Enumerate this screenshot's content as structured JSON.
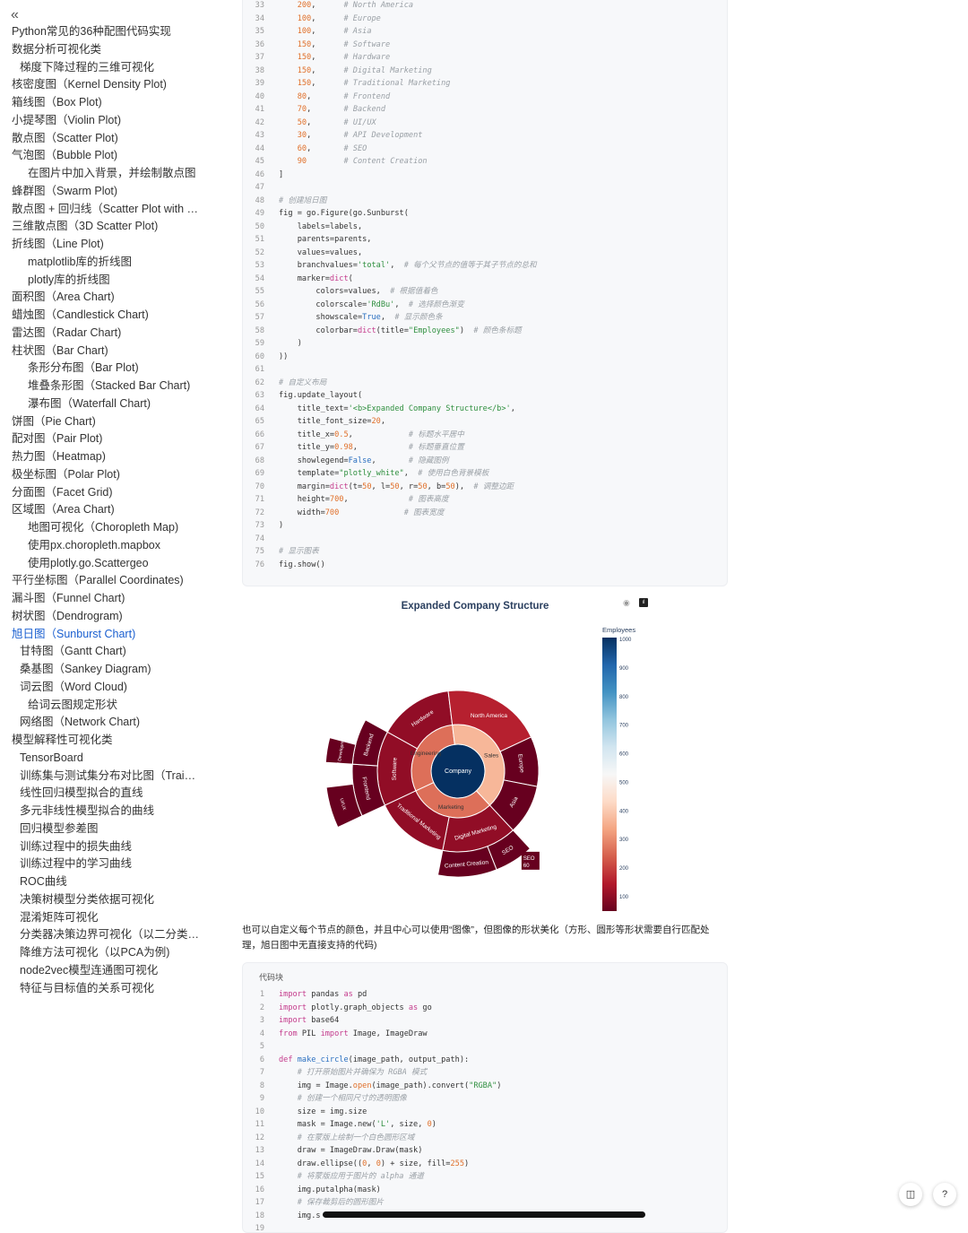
{
  "sidebar": {
    "collapse_icon": "«",
    "items": [
      {
        "label": "Python常见的36种配图代码实现",
        "level": 1
      },
      {
        "label": "数据分析可视化类",
        "level": 1
      },
      {
        "label": "梯度下降过程的三维可视化",
        "level": 2
      },
      {
        "label": "核密度图（Kernel Density Plot)",
        "level": 1
      },
      {
        "label": "箱线图（Box Plot)",
        "level": 1
      },
      {
        "label": "小提琴图（Violin Plot)",
        "level": 1
      },
      {
        "label": "散点图（Scatter Plot)",
        "level": 1
      },
      {
        "label": "气泡图（Bubble Plot)",
        "level": 1
      },
      {
        "label": "在图片中加入背景，并绘制散点图",
        "level": 3
      },
      {
        "label": "蜂群图（Swarm Plot)",
        "level": 1
      },
      {
        "label": "散点图 + 回归线（Scatter Plot with R...",
        "level": 1
      },
      {
        "label": "三维散点图（3D Scatter Plot)",
        "level": 1
      },
      {
        "label": "折线图（Line Plot)",
        "level": 1
      },
      {
        "label": "matplotlib库的折线图",
        "level": 3
      },
      {
        "label": "plotly库的折线图",
        "level": 3
      },
      {
        "label": "面积图（Area Chart)",
        "level": 1
      },
      {
        "label": "蜡烛图（Candlestick Chart)",
        "level": 1
      },
      {
        "label": "雷达图（Radar Chart)",
        "level": 1
      },
      {
        "label": "柱状图（Bar Chart)",
        "level": 1
      },
      {
        "label": "条形分布图（Bar Plot)",
        "level": 3
      },
      {
        "label": "堆叠条形图（Stacked Bar Chart)",
        "level": 3
      },
      {
        "label": "瀑布图（Waterfall Chart)",
        "level": 3
      },
      {
        "label": "饼图（Pie Chart)",
        "level": 1
      },
      {
        "label": "配对图（Pair Plot)",
        "level": 1
      },
      {
        "label": "热力图（Heatmap)",
        "level": 1
      },
      {
        "label": "极坐标图（Polar Plot)",
        "level": 1
      },
      {
        "label": "分面图（Facet Grid)",
        "level": 1
      },
      {
        "label": "区域图（Area Chart)",
        "level": 1
      },
      {
        "label": "地图可视化（Choropleth Map)",
        "level": 3
      },
      {
        "label": "使用px.choropleth.mapbox",
        "level": 3
      },
      {
        "label": "使用plotly.go.Scattergeo",
        "level": 3
      },
      {
        "label": "平行坐标图（Parallel Coordinates)",
        "level": 1
      },
      {
        "label": "漏斗图（Funnel Chart)",
        "level": 1
      },
      {
        "label": "树状图（Dendrogram)",
        "level": 1
      },
      {
        "label": "旭日图（Sunburst Chart)",
        "level": 1,
        "active": true
      },
      {
        "label": "甘特图（Gantt Chart)",
        "level": 2
      },
      {
        "label": "桑基图（Sankey Diagram)",
        "level": 2
      },
      {
        "label": "词云图（Word Cloud)",
        "level": 2
      },
      {
        "label": "给词云图规定形状",
        "level": 3
      },
      {
        "label": "网络图（Network Chart)",
        "level": 2
      },
      {
        "label": "模型解释性可视化类",
        "level": 1
      },
      {
        "label": "TensorBoard",
        "level": 2
      },
      {
        "label": "训练集与测试集分布对比图（Train v...",
        "level": 2
      },
      {
        "label": "线性回归模型拟合的直线",
        "level": 2
      },
      {
        "label": "多元非线性模型拟合的曲线",
        "level": 2
      },
      {
        "label": "回归模型参差图",
        "level": 2
      },
      {
        "label": "训练过程中的损失曲线",
        "level": 2
      },
      {
        "label": "训练过程中的学习曲线",
        "level": 2
      },
      {
        "label": "ROC曲线",
        "level": 2
      },
      {
        "label": "决策树模型分类依据可视化",
        "level": 2
      },
      {
        "label": "混淆矩阵可视化",
        "level": 2
      },
      {
        "label": "分类器决策边界可视化（以二分类的...",
        "level": 2
      },
      {
        "label": "降维方法可视化（以PCA为例)",
        "level": 2
      },
      {
        "label": "node2vec模型连通图可视化",
        "level": 2
      },
      {
        "label": "特征与目标值的关系可视化",
        "level": 2
      }
    ]
  },
  "code1": {
    "lines": [
      {
        "n": "33",
        "html": "    <span class='nu'>200</span>,      <span class='cm'># North America</span>"
      },
      {
        "n": "34",
        "html": "    <span class='nu'>100</span>,      <span class='cm'># Europe</span>"
      },
      {
        "n": "35",
        "html": "    <span class='nu'>100</span>,      <span class='cm'># Asia</span>"
      },
      {
        "n": "36",
        "html": "    <span class='nu'>150</span>,      <span class='cm'># Software</span>"
      },
      {
        "n": "37",
        "html": "    <span class='nu'>150</span>,      <span class='cm'># Hardware</span>"
      },
      {
        "n": "38",
        "html": "    <span class='nu'>150</span>,      <span class='cm'># Digital Marketing</span>"
      },
      {
        "n": "39",
        "html": "    <span class='nu'>150</span>,      <span class='cm'># Traditional Marketing</span>"
      },
      {
        "n": "40",
        "html": "    <span class='nu'>80</span>,       <span class='cm'># Frontend</span>"
      },
      {
        "n": "41",
        "html": "    <span class='nu'>70</span>,       <span class='cm'># Backend</span>"
      },
      {
        "n": "42",
        "html": "    <span class='nu'>50</span>,       <span class='cm'># UI/UX</span>"
      },
      {
        "n": "43",
        "html": "    <span class='nu'>30</span>,       <span class='cm'># API Development</span>"
      },
      {
        "n": "44",
        "html": "    <span class='nu'>60</span>,       <span class='cm'># SEO</span>"
      },
      {
        "n": "45",
        "html": "    <span class='nu'>90</span>        <span class='cm'># Content Creation</span>"
      },
      {
        "n": "46",
        "html": "]"
      },
      {
        "n": "47",
        "html": ""
      },
      {
        "n": "48",
        "html": "<span class='cm'># 创建旭日图</span>"
      },
      {
        "n": "49",
        "html": "fig = go.Figure(go.Sunburst("
      },
      {
        "n": "50",
        "html": "    labels=labels,"
      },
      {
        "n": "51",
        "html": "    parents=parents,"
      },
      {
        "n": "52",
        "html": "    values=values,"
      },
      {
        "n": "53",
        "html": "    branchvalues=<span class='st'>'total'</span>,  <span class='cm'># 每个父节点的值等于其子节点的总和</span>"
      },
      {
        "n": "54",
        "html": "    marker=<span class='kw'>dict</span>("
      },
      {
        "n": "55",
        "html": "        colors=values,  <span class='cm'># 根据值着色</span>"
      },
      {
        "n": "56",
        "html": "        colorscale=<span class='st'>'RdBu'</span>,  <span class='cm'># 选择颜色渐变</span>"
      },
      {
        "n": "57",
        "html": "        showscale=<span class='fn'>True</span>,  <span class='cm'># 显示颜色条</span>"
      },
      {
        "n": "58",
        "html": "        colorbar=<span class='kw'>dict</span>(title=<span class='st'>\"Employees\"</span>)  <span class='cm'># 颜色条标题</span>"
      },
      {
        "n": "59",
        "html": "    )"
      },
      {
        "n": "60",
        "html": "))"
      },
      {
        "n": "61",
        "html": ""
      },
      {
        "n": "62",
        "html": "<span class='cm'># 自定义布局</span>"
      },
      {
        "n": "63",
        "html": "fig.update_layout("
      },
      {
        "n": "64",
        "html": "    title_text=<span class='st'>'&lt;b&gt;Expanded Company Structure&lt;/b&gt;'</span>,"
      },
      {
        "n": "65",
        "html": "    title_font_size=<span class='nu'>20</span>,"
      },
      {
        "n": "66",
        "html": "    title_x=<span class='nu'>0.5</span>,            <span class='cm'># 标题水平居中</span>"
      },
      {
        "n": "67",
        "html": "    title_y=<span class='nu'>0.98</span>,           <span class='cm'># 标题垂直位置</span>"
      },
      {
        "n": "68",
        "html": "    showlegend=<span class='fn'>False</span>,       <span class='cm'># 隐藏图例</span>"
      },
      {
        "n": "69",
        "html": "    template=<span class='st'>\"plotly_white\"</span>,  <span class='cm'># 使用白色背景模板</span>"
      },
      {
        "n": "70",
        "html": "    margin=<span class='kw'>dict</span>(t=<span class='nu'>50</span>, l=<span class='nu'>50</span>, r=<span class='nu'>50</span>, b=<span class='nu'>50</span>),  <span class='cm'># 调整边距</span>"
      },
      {
        "n": "71",
        "html": "    height=<span class='nu'>700</span>,             <span class='cm'># 图表高度</span>"
      },
      {
        "n": "72",
        "html": "    width=<span class='nu'>700</span>              <span class='cm'># 图表宽度</span>"
      },
      {
        "n": "73",
        "html": ")"
      },
      {
        "n": "74",
        "html": ""
      },
      {
        "n": "75",
        "html": "<span class='cm'># 显示图表</span>"
      },
      {
        "n": "76",
        "html": "fig.show()"
      }
    ]
  },
  "chart": {
    "title": "Expanded Company Structure",
    "colorbar_title": "Employees",
    "colorbar_ticks": [
      "1000",
      "900",
      "800",
      "700",
      "600",
      "500",
      "400",
      "300",
      "200",
      "100"
    ],
    "camera_icon": "camera-icon",
    "plotly_icon": "plotly-logo-icon"
  },
  "chart_data": {
    "type": "sunburst",
    "root": "Company",
    "nodes": [
      {
        "label": "Company",
        "parent": "",
        "value": 1000
      },
      {
        "label": "Sales",
        "parent": "Company",
        "value": 400
      },
      {
        "label": "Engineering",
        "parent": "Company",
        "value": 300
      },
      {
        "label": "Marketing",
        "parent": "Company",
        "value": 300
      },
      {
        "label": "North America",
        "parent": "Sales",
        "value": 200
      },
      {
        "label": "Europe",
        "parent": "Sales",
        "value": 100
      },
      {
        "label": "Asia",
        "parent": "Sales",
        "value": 100
      },
      {
        "label": "Software",
        "parent": "Engineering",
        "value": 150
      },
      {
        "label": "Hardware",
        "parent": "Engineering",
        "value": 150
      },
      {
        "label": "Digital Marketing",
        "parent": "Marketing",
        "value": 150
      },
      {
        "label": "Traditional Marketing",
        "parent": "Marketing",
        "value": 150
      },
      {
        "label": "Frontend",
        "parent": "Software",
        "value": 80
      },
      {
        "label": "Backend",
        "parent": "Software",
        "value": 70
      },
      {
        "label": "UI/UX",
        "parent": "Frontend",
        "value": 50
      },
      {
        "label": "API Development",
        "parent": "Backend",
        "value": 30
      },
      {
        "label": "SEO",
        "parent": "Digital Marketing",
        "value": 60
      },
      {
        "label": "Content Creation",
        "parent": "Digital Marketing",
        "value": 90
      }
    ],
    "callout": {
      "label": "SEO",
      "value": "60"
    },
    "colorscale": "RdBu",
    "colorbar_range": [
      100,
      1000
    ]
  },
  "paragraph": "也可以自定义每个节点的颜色，并且中心可以使用“图像”，但图像的形状美化（方形、圆形等形状需要自行匹配处理，旭日图中无直接支持的代码)",
  "code2": {
    "caption": "代码块",
    "lines": [
      {
        "n": "1",
        "html": "<span class='kw'>import</span> pandas <span class='kw'>as</span> pd"
      },
      {
        "n": "2",
        "html": "<span class='kw'>import</span> plotly.graph_objects <span class='kw'>as</span> go"
      },
      {
        "n": "3",
        "html": "<span class='kw'>import</span> base64"
      },
      {
        "n": "4",
        "html": "<span class='kw'>from</span> PIL <span class='kw'>import</span> Image, ImageDraw"
      },
      {
        "n": "5",
        "html": ""
      },
      {
        "n": "6",
        "html": "<span class='kw'>def</span> <span class='fn'>make_circle</span>(image_path, output_path):"
      },
      {
        "n": "7",
        "html": "    <span class='cm'># 打开原始图片并确保为 RGBA 模式</span>"
      },
      {
        "n": "8",
        "html": "    img = Image.<span class='nu'>open</span>(image_path).convert(<span class='st'>\"RGBA\"</span>)"
      },
      {
        "n": "9",
        "html": "    <span class='cm'># 创建一个相同尺寸的透明图像</span>"
      },
      {
        "n": "10",
        "html": "    size = img.size"
      },
      {
        "n": "11",
        "html": "    mask = Image.new(<span class='st'>'L'</span>, size, <span class='nu'>0</span>)"
      },
      {
        "n": "12",
        "html": "    <span class='cm'># 在蒙版上绘制一个白色圆形区域</span>"
      },
      {
        "n": "13",
        "html": "    draw = ImageDraw.Draw(mask)"
      },
      {
        "n": "14",
        "html": "    draw.ellipse((<span class='nu'>0</span>, <span class='nu'>0</span>) + size, fill=<span class='nu'>255</span>)"
      },
      {
        "n": "15",
        "html": "    <span class='cm'># 将蒙版应用于图片的 alpha 通道</span>"
      },
      {
        "n": "16",
        "html": "    img.putalpha(mask)"
      },
      {
        "n": "17",
        "html": "    <span class='cm'># 保存裁剪后的圆形图片</span>"
      },
      {
        "n": "18",
        "html": "    img.s"
      },
      {
        "n": "19",
        "html": ""
      }
    ]
  },
  "fabs": {
    "copy_icon": "copy-doc-icon",
    "help_icon": "help-icon"
  }
}
